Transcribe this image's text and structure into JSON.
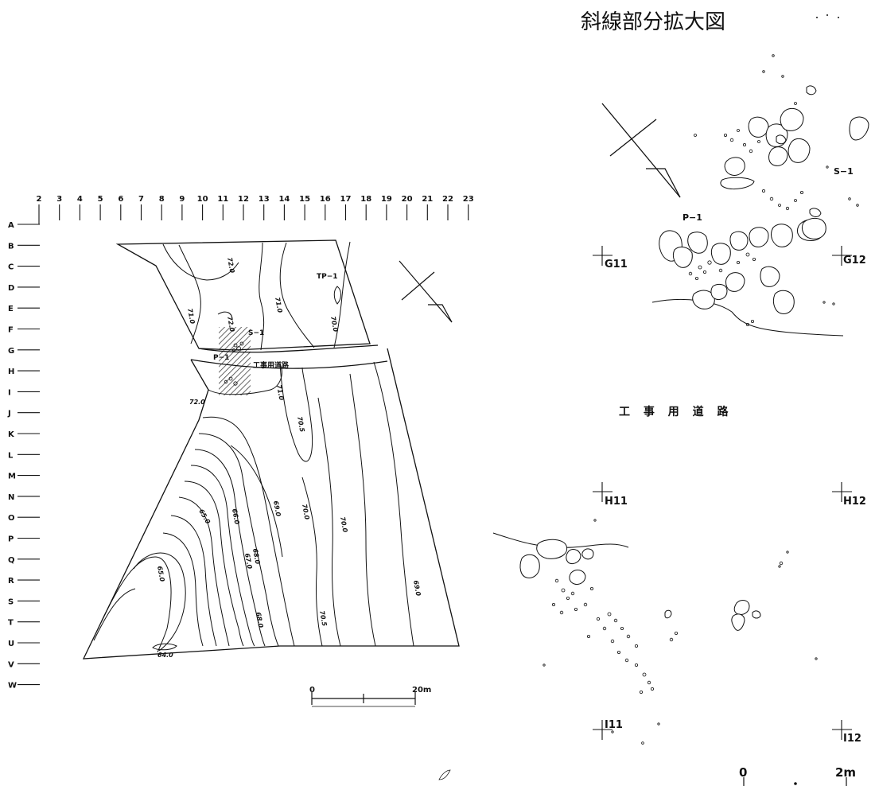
{
  "title": "斜線部分拡大図",
  "grid": {
    "columns": [
      "2",
      "3",
      "4",
      "5",
      "6",
      "7",
      "8",
      "9",
      "10",
      "11",
      "12",
      "13",
      "14",
      "15",
      "16",
      "17",
      "18",
      "19",
      "20",
      "21",
      "22",
      "23"
    ],
    "rows": [
      "A",
      "B",
      "C",
      "D",
      "E",
      "F",
      "G",
      "H",
      "I",
      "J",
      "K",
      "L",
      "M",
      "N",
      "O",
      "P",
      "Q",
      "R",
      "S",
      "T",
      "U",
      "V",
      "W"
    ]
  },
  "main_map": {
    "road_label": "工事用道路",
    "feature_labels": {
      "tp1": "TP−1",
      "s1": "S−1",
      "p1": "P−1"
    },
    "contour_labels": [
      "72.0",
      "71.0",
      "71.0",
      "72.0",
      "70.0",
      "72.0",
      "71.0",
      "70.5",
      "65.0",
      "66.0",
      "67.0",
      "68.0",
      "69.0",
      "70.0",
      "70.0",
      "69.0",
      "65.0",
      "68.0",
      "70.5",
      "64.0"
    ],
    "scale": {
      "start": "0",
      "end": "20m"
    }
  },
  "detail_map": {
    "road_label": "工 事 用 道 路",
    "feature_labels": {
      "s1": "S−1",
      "p1": "P−1"
    },
    "grid_points": {
      "g11": "G11",
      "g12": "G12",
      "h11": "H11",
      "h12": "H12",
      "i11": "I11",
      "i12": "I12"
    },
    "scale": {
      "start": "0",
      "end": "2m"
    }
  }
}
